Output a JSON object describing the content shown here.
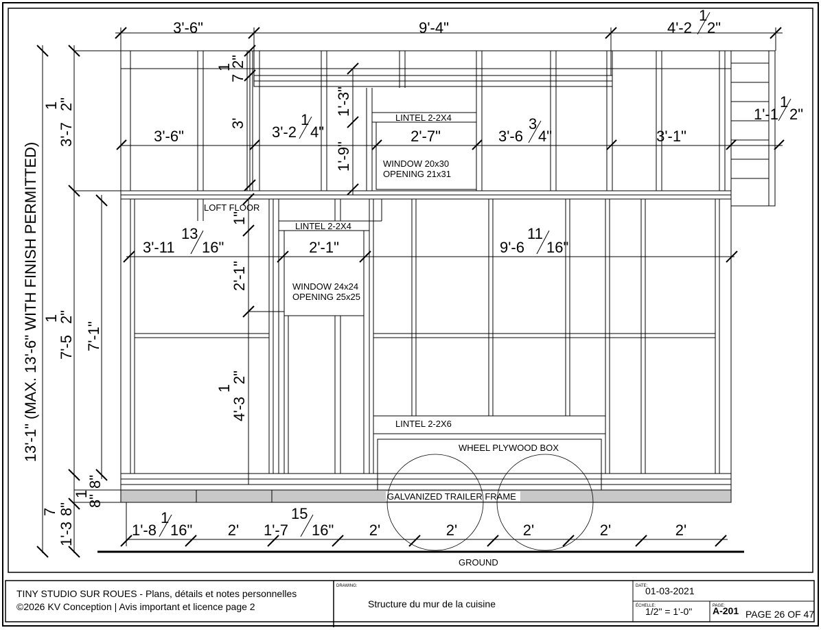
{
  "dimensions": {
    "top_1": "3'-6\"",
    "top_2": "9'-4\"",
    "top_3": "4'-2",
    "top_3_num": "1",
    "top_3_den": "2\"",
    "left_total": "13'-1\" (MAX. 13'-6\" WITH FINISH PERMITTED)",
    "left_upper": "3'-7",
    "left_upper_num": "1",
    "left_upper_den": "2\"",
    "left_mid": "7'-5",
    "left_mid_num": "1",
    "left_mid_den": "2\"",
    "left_wall": "7'-1\"",
    "left_floor1": "1",
    "left_floor1_b": "8\"",
    "left_floor2": "8\"",
    "left_base": "1'-3",
    "left_base_num": "7",
    "left_base_den": "8\"",
    "loft_top": "7",
    "loft_top_num": "1",
    "loft_top_den": "2\"",
    "loft_3": "3'",
    "loft_1_3": "1'-3\"",
    "loft_1_9": "1'-9\"",
    "loft_small": "1\"",
    "loft_w1": "3'-6\"",
    "loft_w2": "3'-2",
    "loft_w2_num": "1",
    "loft_w2_den": "4\"",
    "loft_w3": "2'-7\"",
    "loft_w4": "3'-6",
    "loft_w4_num": "3",
    "loft_w4_den": "4\"",
    "loft_w5": "3'-1\"",
    "loft_right": "1'-1",
    "loft_right_num": "1",
    "loft_right_den": "2\"",
    "main_w1": "3'-11",
    "main_w1_num": "13",
    "main_w1_den": "16\"",
    "main_w2": "2'-1\"",
    "main_w3": "9'-6",
    "main_w3_num": "11",
    "main_w3_den": "16\"",
    "main_v1": "2'-1\"",
    "main_v2": "4'-3",
    "main_v2_num": "1",
    "main_v2_den": "2\"",
    "bottom_1": "1'-8",
    "bottom_1_num": "1",
    "bottom_1_den": "16\"",
    "bottom_2": "2'",
    "bottom_3": "1'-7",
    "bottom_3_num": "15",
    "bottom_3_den": "16\"",
    "bottom_4": "2'",
    "bottom_5": "2'",
    "bottom_6": "2'",
    "bottom_7": "2'",
    "bottom_8": "2'"
  },
  "labels": {
    "lintel_upper": "LINTEL 2-2X4",
    "window_upper_1": "WINDOW 20x30",
    "window_upper_2": "OPENING 21x31",
    "loft_floor": "LOFT FLOOR",
    "lintel_lower": "LINTEL 2-2X4",
    "window_lower_1": "WINDOW 24x24",
    "window_lower_2": "OPENING 25x25",
    "lintel_2x6": "LINTEL 2-2X6",
    "wheel_box": "WHEEL PLYWOOD BOX",
    "trailer_frame": "GALVANIZED TRAILER FRAME",
    "ground": "GROUND"
  },
  "title_block": {
    "project_line_1": "TINY STUDIO SUR ROUES - Plans, détails et notes personnelles",
    "project_line_2": "©2026 KV Conception | Avis important et licence page 2",
    "drawing_caption": "DRAWING:",
    "drawing_title": "Structure du mur de la cuisine",
    "date_caption": "DATE:",
    "date": "01-03-2021",
    "scale_caption": "ÉCHELLE:",
    "scale": "1/2\" = 1'-0\"",
    "page_caption": "PAGE:",
    "sheet_number": "A-201",
    "page_of": "PAGE 26 OF 47"
  }
}
